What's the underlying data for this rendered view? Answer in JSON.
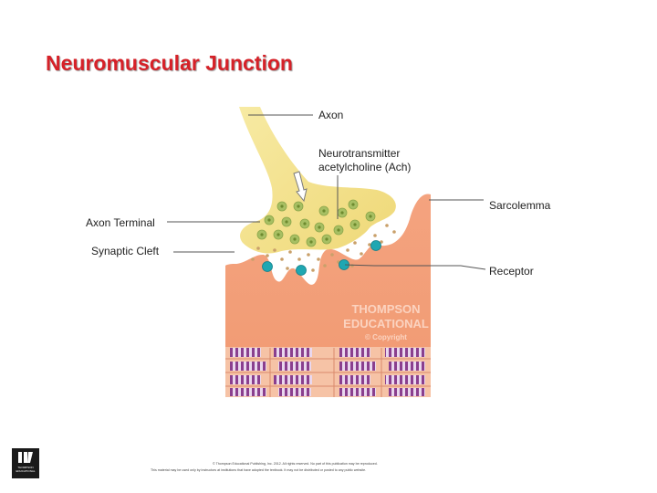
{
  "title": "Neuromuscular Junction",
  "labels": {
    "axon": "Axon",
    "neurotransmitter_line1": "Neurotransmitter",
    "neurotransmitter_line2": "acetylcholine (Ach)",
    "sarcolemma": "Sarcolemma",
    "axon_terminal": "Axon Terminal",
    "synaptic_cleft": "Synaptic Cleft",
    "receptor": "Receptor"
  },
  "watermark": {
    "line1": "THOMPSON",
    "line2": "EDUCATIONAL",
    "line3": "© Copyright"
  },
  "logo": {
    "text": "THOMPSON EDUCATIONAL"
  },
  "copyright": {
    "line1": "© Thompson Educational Publishing, Inc. 2012. All rights reserved. No part of this publication may be reproduced.",
    "line2": "This material may be used only by instructors at institutions that have adopted the textbook. It may not be distributed or posted to any public website."
  },
  "colors": {
    "title": "#d62128",
    "axon": "#f2e08c",
    "muscle": "#f4a07c",
    "vesicle": "#a7bf63",
    "receptor": "#1fa7b2",
    "acetylcholine": "#c9a06a",
    "myofibril": "#8a3f8e"
  }
}
